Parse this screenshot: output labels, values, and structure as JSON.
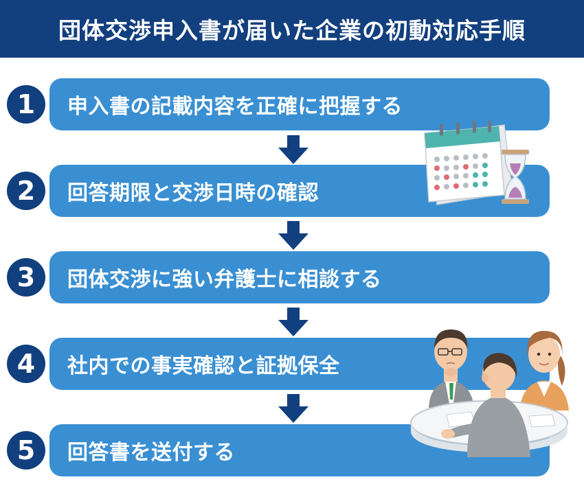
{
  "header": {
    "title": "団体交渉申入書が届いた企業の初動対応手順"
  },
  "steps": [
    {
      "number": "1",
      "label": "申入書の記載内容を正確に把握する"
    },
    {
      "number": "2",
      "label": "回答期限と交渉日時の確認"
    },
    {
      "number": "3",
      "label": "団体交渉に強い弁護士に相談する"
    },
    {
      "number": "4",
      "label": "社内での事実確認と証拠保全"
    },
    {
      "number": "5",
      "label": "回答書を送付する"
    }
  ],
  "colors": {
    "header_bg": "#123f7e",
    "step_bar": "#3a8fd2",
    "number_circle": "#123f7e",
    "arrow": "#123f7e"
  },
  "illustrations": [
    {
      "name": "calendar-hourglass-icon"
    },
    {
      "name": "meeting-people-icon"
    }
  ]
}
